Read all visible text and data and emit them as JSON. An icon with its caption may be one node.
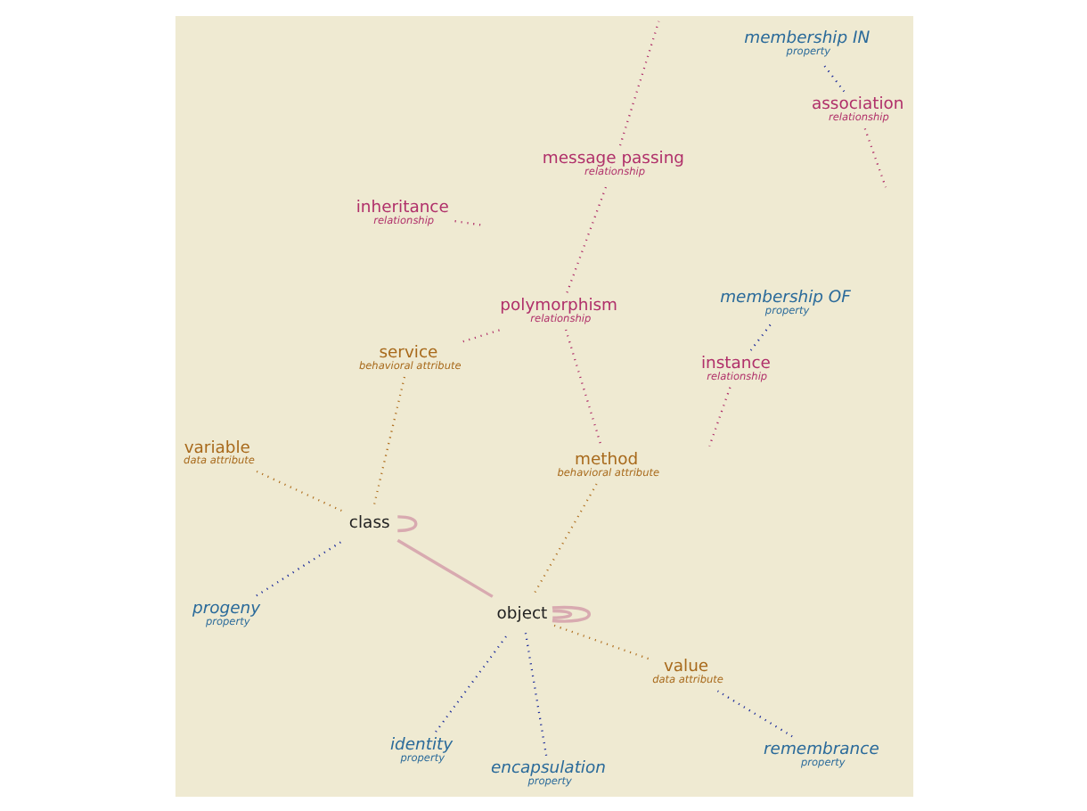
{
  "diagram": {
    "nodes": [
      {
        "text": [
          "inheritance",
          "relationship"
        ]
      },
      {
        "text": [
          "progeny",
          "property"
        ]
      },
      {
        "text": [
          "variable",
          "data attribute"
        ]
      },
      {
        "text": [
          "class"
        ]
      },
      {
        "text": [
          "service",
          "behavioral attribute"
        ]
      },
      {
        "text": [
          "instance",
          "relationship"
        ]
      },
      {
        "text": [
          "membership OF",
          "property"
        ]
      },
      {
        "text": [
          "polymorphism",
          "relationship"
        ]
      },
      {
        "text": [
          "method",
          "behavioral attribute"
        ]
      },
      {
        "text": [
          "identity",
          "property"
        ]
      },
      {
        "text": [
          "remembrance",
          "property"
        ]
      },
      {
        "text": [
          "object"
        ]
      },
      {
        "text": [
          "encapsulation",
          "property"
        ]
      },
      {
        "text": [
          "value",
          "data attribute"
        ]
      },
      {
        "text": [
          "membership IN",
          "property"
        ]
      },
      {
        "text": [
          "message passing",
          "relationship"
        ]
      },
      {
        "text": [
          "association",
          "relationship"
        ]
      }
    ],
    "edges": [
      {
        "from": 3,
        "to": 3,
        "arrow": "none",
        "color": "#d8aab0"
      },
      {
        "from": 3,
        "to": 11,
        "arrow": "none",
        "color": "#d8aab0"
      },
      {
        "from": 11,
        "to": 11,
        "arrow": "none",
        "color": "#d8aab0"
      },
      {
        "from": 11,
        "to": 11,
        "arrow": "none",
        "color": "#d8aab0"
      },
      {
        "from": 0,
        "to": null,
        "arrow": "none",
        "style": "dashed",
        "color": "#b0306a"
      },
      {
        "from": 2,
        "to": 3,
        "arrow": "none",
        "style": "dashed",
        "color": "#b07020"
      },
      {
        "from": 4,
        "to": 3,
        "arrow": "none",
        "style": "dashed",
        "color": "#b07020"
      },
      {
        "from": 1,
        "to": 3,
        "arrow": "none",
        "style": "dashed",
        "color": "#1a2a9a"
      },
      {
        "from": 5,
        "to": null,
        "arrow": "none",
        "style": "dashed",
        "color": "#b0306a"
      },
      {
        "from": 5,
        "to": 6,
        "arrow": "none",
        "style": "dashed",
        "color": "#1a2a9a"
      },
      {
        "from": 4,
        "to": 7,
        "arrow": "none",
        "style": "dashed",
        "color": "#b0306a"
      },
      {
        "from": 7,
        "to": 8,
        "arrow": "none",
        "style": "dashed",
        "color": "#b0306a"
      },
      {
        "from": 7,
        "to": 15,
        "arrow": "none",
        "style": "dashed",
        "color": "#b0306a"
      },
      {
        "from": 8,
        "to": 11,
        "arrow": "none",
        "style": "dashed",
        "color": "#b07020"
      },
      {
        "from": 13,
        "to": 11,
        "arrow": "none",
        "style": "dashed",
        "color": "#b07020"
      },
      {
        "from": 10,
        "to": 13,
        "arrow": "none",
        "style": "dashed",
        "color": "#1a2a9a"
      },
      {
        "from": 9,
        "to": 11,
        "arrow": "none",
        "style": "dashed",
        "color": "#1a2a9a"
      },
      {
        "from": 12,
        "to": 11,
        "arrow": "none",
        "style": "dashed",
        "color": "#1a2a9a"
      },
      {
        "from": 15,
        "to": null,
        "arrow": "none",
        "style": "dashed",
        "color": "#b0306a"
      },
      {
        "from": 16,
        "to": null,
        "arrow": "none",
        "style": "dashed",
        "color": "#b0306a"
      },
      {
        "from": 16,
        "to": 14,
        "arrow": "none",
        "style": "dashed",
        "color": "#1a2a9a"
      }
    ]
  }
}
